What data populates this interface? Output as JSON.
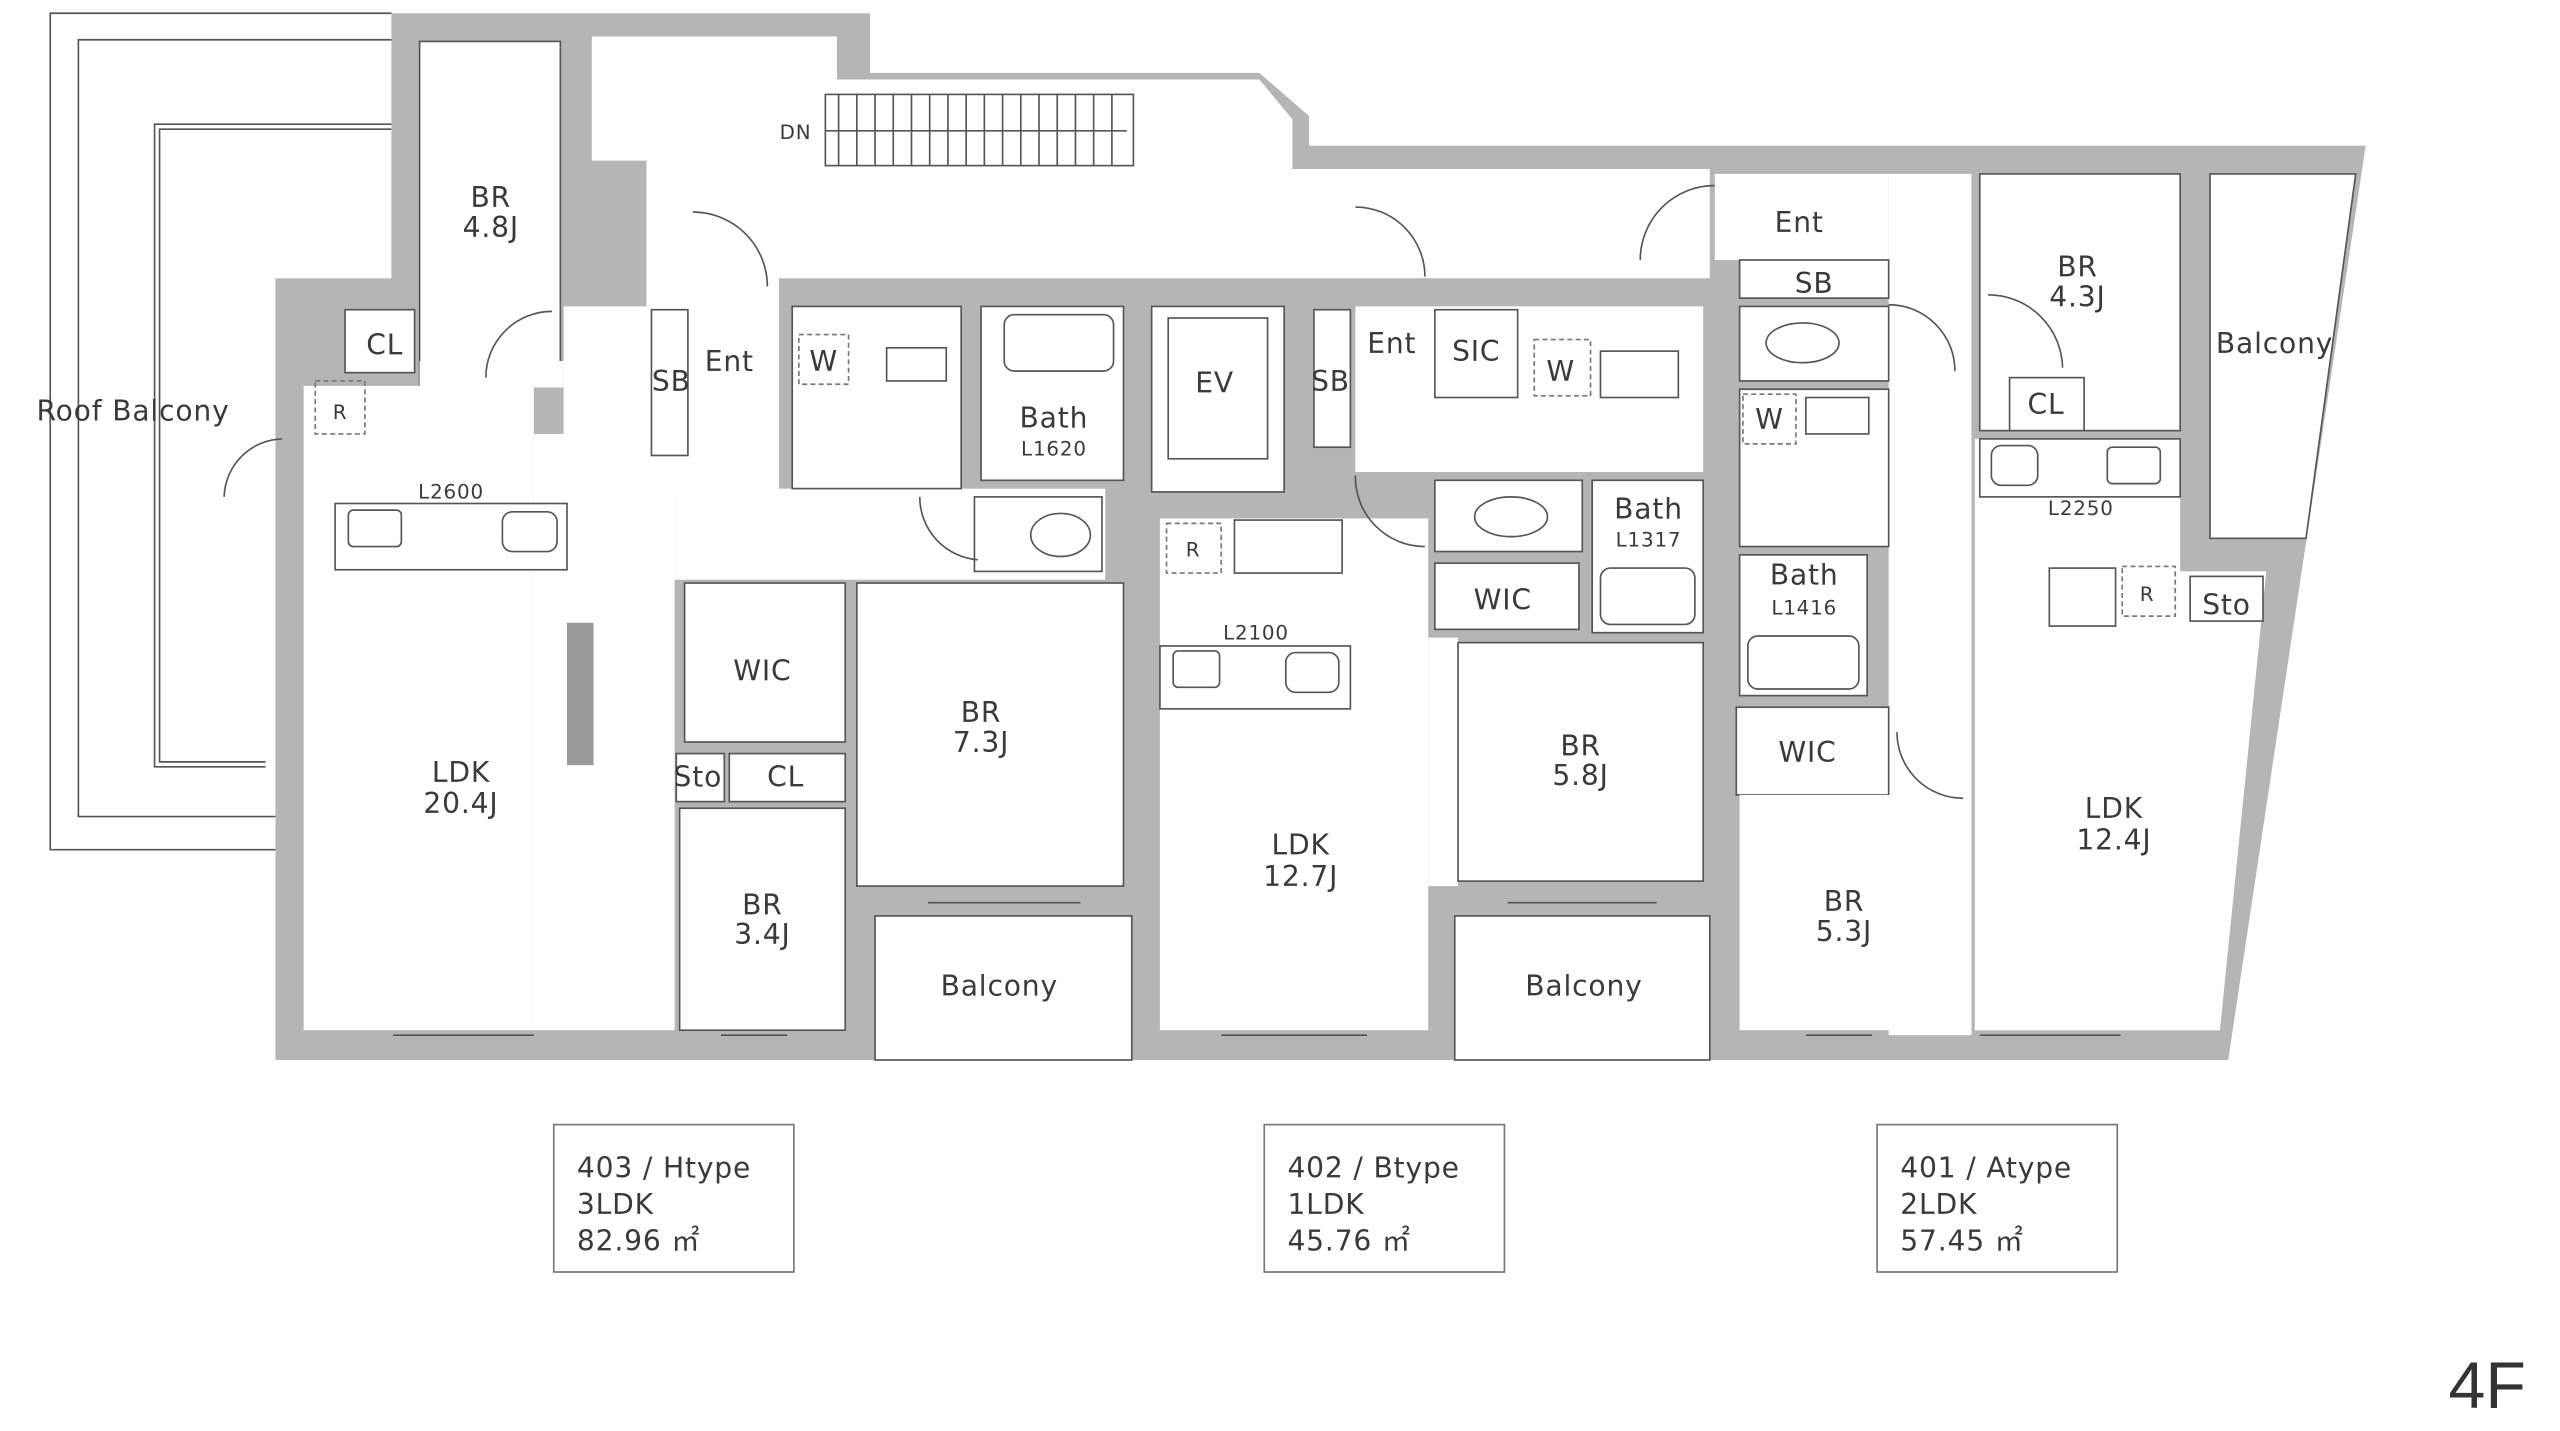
{
  "floor": "4F",
  "colors": {
    "wall": "#b5b5b5",
    "line": "#555555",
    "text": "#3a3a3a"
  },
  "common": {
    "roof_balcony": "Roof Balcony",
    "stairs_dn": "DN",
    "elevator": "EV"
  },
  "unit403": {
    "rooms": {
      "br1": "BR",
      "br1_size": "4.8J",
      "cl1": "CL",
      "r": "R",
      "counter": "L2600",
      "sb": "SB",
      "ent": "Ent",
      "w": "W",
      "bath": "Bath",
      "bath_size": "L1620",
      "wic": "WIC",
      "sto": "Sto",
      "cl2": "CL",
      "br2": "BR",
      "br2_size": "7.3J",
      "br3": "BR",
      "br3_size": "3.4J",
      "ldk": "LDK",
      "ldk_size": "20.4J",
      "balcony": "Balcony"
    },
    "info": {
      "name": "403 / Htype",
      "layout": "3LDK",
      "area": "82.96 ㎡"
    }
  },
  "unit402": {
    "rooms": {
      "r": "R",
      "counter": "L2100",
      "sb": "SB",
      "ent": "Ent",
      "sic": "SIC",
      "w": "W",
      "bath": "Bath",
      "bath_size": "L1317",
      "wic": "WIC",
      "br": "BR",
      "br_size": "5.8J",
      "ldk": "LDK",
      "ldk_size": "12.7J",
      "balcony": "Balcony"
    },
    "info": {
      "name": "402 / Btype",
      "layout": "1LDK",
      "area": "45.76 ㎡"
    }
  },
  "unit401": {
    "rooms": {
      "ent": "Ent",
      "sb": "SB",
      "w": "W",
      "bath": "Bath",
      "bath_size": "L1416",
      "wic": "WIC",
      "br1": "BR",
      "br1_size": "5.3J",
      "br2": "BR",
      "br2_size": "4.3J",
      "cl": "CL",
      "balcony": "Balcony",
      "counter": "L2250",
      "r": "R",
      "sto": "Sto",
      "ldk": "LDK",
      "ldk_size": "12.4J"
    },
    "info": {
      "name": "401 / Atype",
      "layout": "2LDK",
      "area": "57.45 ㎡"
    }
  }
}
